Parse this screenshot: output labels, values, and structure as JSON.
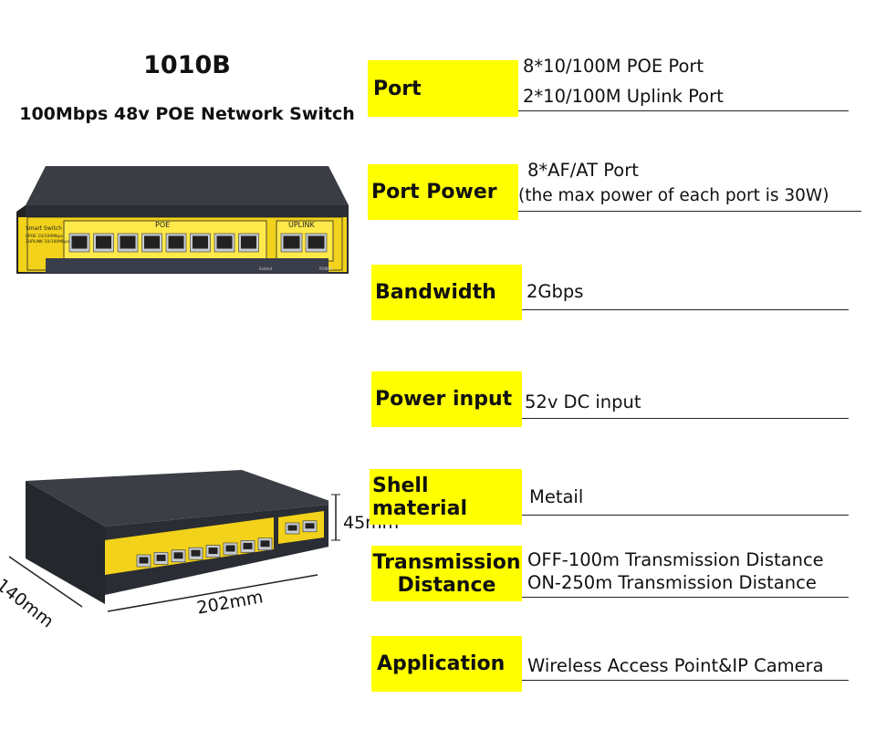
{
  "header": {
    "model": "1010B",
    "subtitle": "100Mbps 48v POE Network Switch"
  },
  "device": {
    "front_brand": "Smart Switch",
    "front_spec_line1": "8POE 10/100Mbps",
    "front_spec_line2": "2UPLINK 10/100Mbps",
    "poe_label": "POE",
    "uplink_label": "UPLINK",
    "extend_label": "Extend",
    "power_label": "POWER",
    "colors": {
      "body": "#2e3238",
      "panel": "#f2d21a",
      "port": "#c8ccd0"
    }
  },
  "dimensions": {
    "height": "45mm",
    "depth": "140mm",
    "width": "202mm"
  },
  "specs": [
    {
      "label": "Port",
      "value_lines": [
        "8*10/100M POE Port",
        "2*10/100M Uplink Port"
      ]
    },
    {
      "label": "Port Power",
      "value_lines": [
        "8*AF/AT Port",
        "(the max power of each port is 30W)"
      ]
    },
    {
      "label": "Bandwidth",
      "value_lines": [
        "2Gbps"
      ]
    },
    {
      "label": "Power input",
      "value_lines": [
        "52v DC input"
      ]
    },
    {
      "label": "Shell material",
      "value_lines": [
        "Metail"
      ]
    },
    {
      "label_lines": [
        "Transmission",
        "Distance"
      ],
      "value_lines": [
        "OFF-100m Transmission Distance",
        "ON-250m Transmission Distance"
      ]
    },
    {
      "label": "Application",
      "value_lines": [
        "Wireless Access Point&IP Camera"
      ]
    }
  ],
  "accent_color": "#ffff00"
}
